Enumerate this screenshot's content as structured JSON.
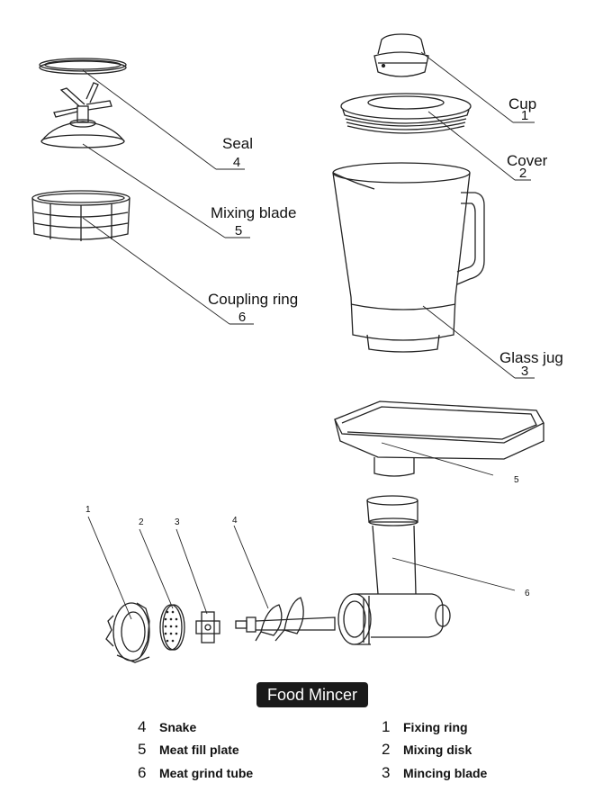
{
  "top_parts": [
    {
      "id": "seal",
      "label": "Seal",
      "number": "4"
    },
    {
      "id": "mixing-blade",
      "label": "Mixing blade",
      "number": "5"
    },
    {
      "id": "coupling-ring",
      "label": "Coupling ring",
      "number": "6"
    },
    {
      "id": "cup",
      "label": "Cup",
      "number": "1"
    },
    {
      "id": "cover",
      "label": "Cover",
      "number": "2"
    },
    {
      "id": "glass-jug",
      "label": "Glass jug",
      "number": "3"
    }
  ],
  "mincer_numbers": [
    "1",
    "2",
    "3",
    "4",
    "5",
    "6"
  ],
  "title": "Food Mincer",
  "legend": {
    "left": [
      {
        "number": "4",
        "text": "Snake"
      },
      {
        "number": "5",
        "text": "Meat fill plate"
      },
      {
        "number": "6",
        "text": "Meat grind tube"
      }
    ],
    "right": [
      {
        "number": "1",
        "text": "Fixing ring"
      },
      {
        "number": "2",
        "text": "Mixing disk"
      },
      {
        "number": "3",
        "text": "Mincing blade"
      }
    ]
  }
}
